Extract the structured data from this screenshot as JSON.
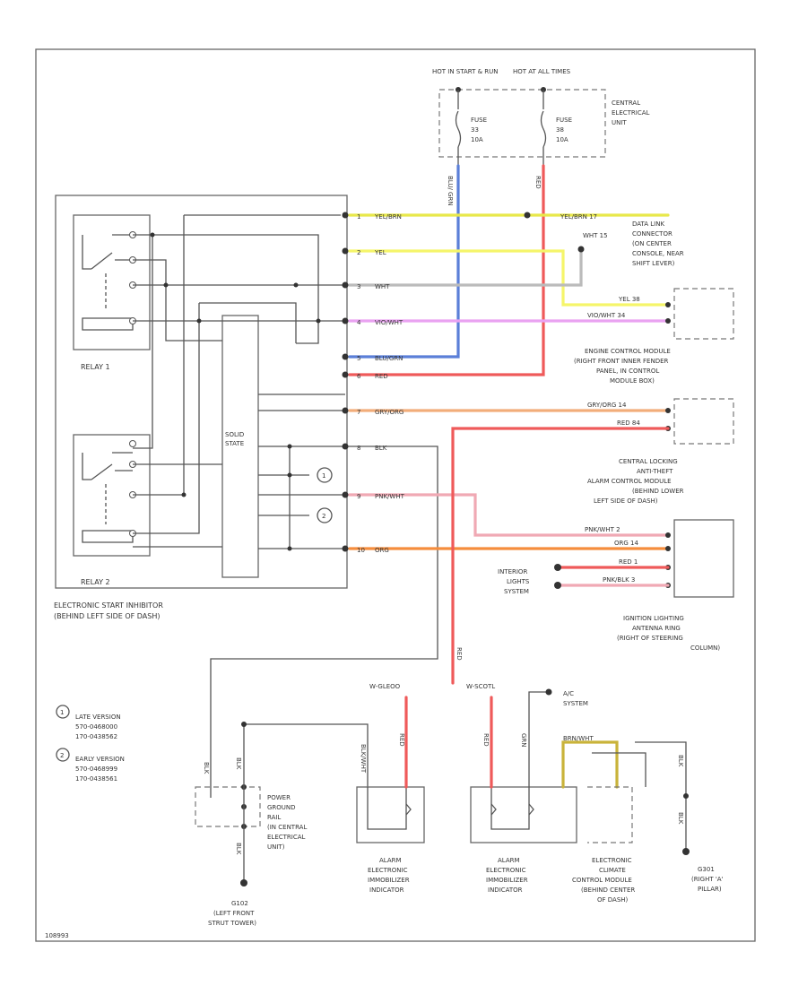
{
  "hot_in_start_run": "HOT IN START & RUN",
  "hot_at_all_times": "HOT AT ALL TIMES",
  "fuse_1": {
    "name": "FUSE",
    "num": "33",
    "amp": "10A"
  },
  "fuse_2": {
    "name": "FUSE",
    "num": "38",
    "amp": "10A"
  },
  "central_electrical_unit": [
    "CENTRAL",
    "ELECTRICAL",
    "UNIT"
  ],
  "wire_blu_grn_top": "BLU/ GRN",
  "wire_red_top": "RED",
  "relay_1": "RELAY 1",
  "relay_2": "RELAY 2",
  "solid_state": [
    "SOLID",
    "STATE"
  ],
  "inhibitor_label": [
    "ELECTRONIC START INHIBITOR",
    "(BEHIND LEFT SIDE OF DASH)"
  ],
  "pins": {
    "p1": {
      "num": "1",
      "wire": "YEL/BRN"
    },
    "p2": {
      "num": "2",
      "wire": "YEL"
    },
    "p3": {
      "num": "3",
      "wire": "WHT"
    },
    "p4": {
      "num": "4",
      "wire": "VIO/WHT"
    },
    "p5": {
      "num": "5",
      "wire": "BLU/GRN"
    },
    "p6": {
      "num": "6",
      "wire": "RED"
    },
    "p7": {
      "num": "7",
      "wire": "GRY/ORG"
    },
    "p8": {
      "num": "8",
      "wire": "BLK"
    },
    "p9": {
      "num": "9",
      "wire": "PNK/WHT"
    },
    "p10": {
      "num": "10",
      "wire": "ORG"
    }
  },
  "dlc": {
    "wire1": "YEL/BRN 17",
    "wire2": "WHT 15",
    "label": [
      "DATA LINK",
      "CONNECTOR",
      "(ON CENTER",
      "CONSOLE, NEAR",
      "SHIFT LEVER)"
    ]
  },
  "ecm": {
    "wire1": "YEL 38",
    "wire2": "VIO/WHT 34",
    "label": [
      "ENGINE CONTROL MODULE",
      "(RIGHT FRONT INNER FENDER",
      "PANEL, IN CONTROL",
      "MODULE BOX)"
    ]
  },
  "relay_box_wires": {
    "w1": "GRY/ORG 14",
    "w2": "RED 84"
  },
  "central_locking": {
    "label": [
      "CENTRAL LOCKING",
      "ANTI-THEFT",
      "ALARM CONTROL MODULE",
      "(BEHIND LOWER",
      "LEFT SIDE OF DASH)"
    ],
    "w1": "PNK/WHT 2",
    "w2": "ORG 14",
    "w3": "RED 1",
    "w4": "PNK/BLK 3"
  },
  "interior_lights": [
    "INTERIOR",
    "LIGHTS",
    "SYSTEM"
  ],
  "ignition_ring": [
    "IGNITION LIGHTING",
    "ANTENNA RING",
    "(RIGHT OF STEERING",
    "COLUMN)"
  ],
  "legend": {
    "v1": [
      "LATE VERSION",
      "570-0468000",
      "170-0438562"
    ],
    "v2": [
      "EARLY VERSION",
      "570-0468999",
      "170-0438561"
    ]
  },
  "power_ground": {
    "label": [
      "POWER",
      "GROUND",
      "RAIL",
      "(IN CENTRAL",
      "ELECTRICAL",
      "UNIT)"
    ],
    "wire_blk": "BLK",
    "ground": [
      "G102",
      "(LEFT FRONT",
      "STRUT TOWER)"
    ]
  },
  "alarm_ind_1": {
    "conn": "W-GLEOO",
    "wire": "RED",
    "blk": "BLK/WHT",
    "label": [
      "ALARM",
      "ELECTRONIC",
      "IMMOBILIZER",
      "INDICATOR"
    ]
  },
  "alarm_ind_2": {
    "conn": "W-SCOTL",
    "wire_red": "RED",
    "wire_grn": "GRN",
    "label": [
      "ALARM",
      "ELECTRONIC",
      "IMMOBILIZER",
      "INDICATOR"
    ]
  },
  "ac_system": [
    "A/C",
    "SYSTEM"
  ],
  "climate": {
    "wire": "BRN/WHT",
    "label": [
      "ELECTRONIC",
      "CLIMATE",
      "CONTROL MODULE",
      "(BEHIND CENTER",
      "OF DASH)"
    ]
  },
  "g301": {
    "wire": "BLK",
    "label": [
      "G301",
      "(RIGHT 'A'",
      "PILLAR)"
    ]
  },
  "corner_code": "108993",
  "colors": {
    "yel_brn": "#e8e84a",
    "yel": "#f5f56a",
    "wht": "#bbbbbb",
    "vio": "#e9a2f1",
    "blu": "#5b7fd8",
    "red": "#ef5a5a",
    "gry_org": "#f2ad7a",
    "pnk": "#f0a9b4",
    "org": "#f58d3d"
  }
}
